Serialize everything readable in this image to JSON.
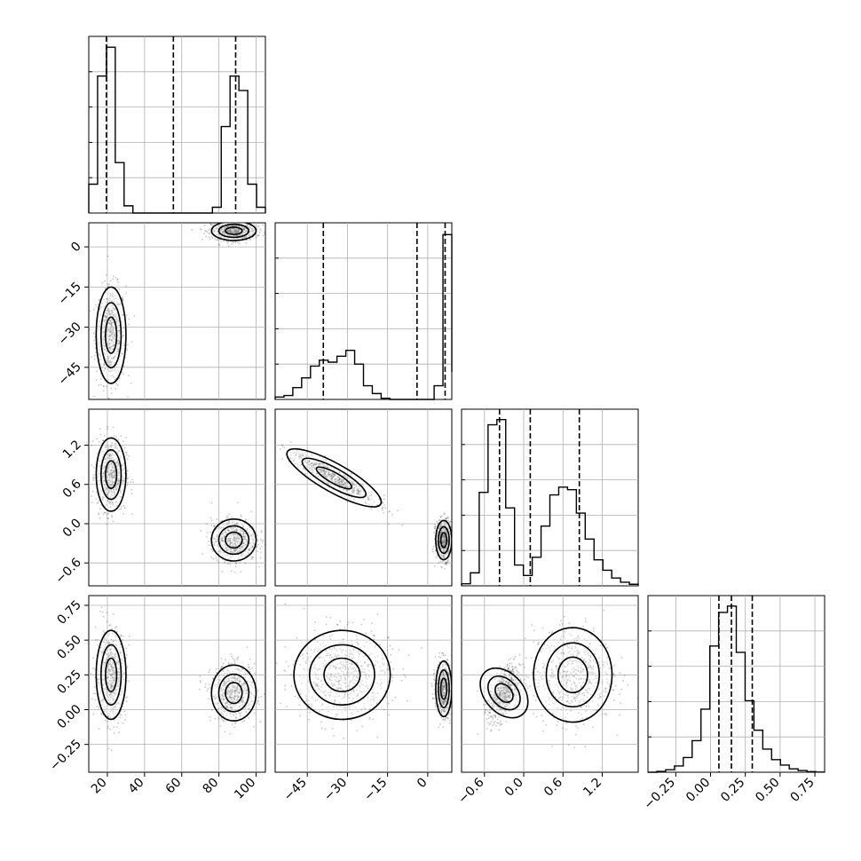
{
  "chart_data": {
    "type": "corner",
    "grid": true,
    "parameters": [
      {
        "ticks": [
          20,
          40,
          60,
          80,
          100
        ],
        "tick_labels": [
          "20",
          "40",
          "60",
          "80",
          "100"
        ],
        "range": [
          10,
          105
        ],
        "quantiles": [
          19.5,
          55.5,
          89
        ]
      },
      {
        "ticks": [
          -45,
          -30,
          -15,
          0
        ],
        "tick_labels": [
          "−45",
          "−30",
          "−15",
          "0"
        ],
        "range": [
          -57,
          9
        ],
        "quantiles": [
          -39,
          -4,
          6.5
        ]
      },
      {
        "ticks": [
          -0.6,
          0.0,
          0.6,
          1.2
        ],
        "tick_labels": [
          "−0.6",
          "0.0",
          "0.6",
          "1.2"
        ],
        "range": [
          -0.95,
          1.75
        ],
        "quantiles": [
          -0.37,
          0.1,
          0.85
        ]
      },
      {
        "ticks": [
          -0.25,
          0.0,
          0.25,
          0.5,
          0.75
        ],
        "tick_labels": [
          "−0.25",
          "0.00",
          "0.25",
          "0.50",
          "0.75"
        ],
        "range": [
          -0.45,
          0.82
        ],
        "quantiles": [
          0.06,
          0.15,
          0.3
        ]
      }
    ],
    "histograms": [
      {
        "edges": [
          10,
          14.75,
          19.5,
          24.25,
          29,
          33.75,
          38.5,
          43.25,
          48,
          52.75,
          57.5,
          62.25,
          67,
          71.75,
          76.5,
          81.25,
          86,
          90.75,
          95.5,
          100.25,
          105
        ],
        "counts": [
          400,
          1900,
          2300,
          700,
          100,
          0,
          0,
          0,
          0,
          0,
          0,
          0,
          0,
          0,
          80,
          1200,
          1900,
          1700,
          400,
          80
        ],
        "ymax": 2450
      },
      {
        "edges": [
          -57,
          -53.7,
          -50.4,
          -47.1,
          -43.8,
          -40.5,
          -37.2,
          -33.9,
          -30.6,
          -27.3,
          -24,
          -20.7,
          -17.4,
          -14.1,
          -10.8,
          -7.5,
          -4.2,
          -0.9,
          2.4,
          5.7,
          9
        ],
        "counts": [
          60,
          100,
          300,
          550,
          850,
          1000,
          950,
          1100,
          1250,
          900,
          350,
          150,
          30,
          0,
          0,
          0,
          0,
          0,
          350,
          4200,
          700
        ],
        "ymax": 4500
      },
      {
        "edges": [
          -0.95,
          -0.815,
          -0.68,
          -0.545,
          -0.41,
          -0.275,
          -0.14,
          -0.005,
          0.13,
          0.265,
          0.4,
          0.535,
          0.67,
          0.805,
          0.94,
          1.075,
          1.21,
          1.345,
          1.48,
          1.615,
          1.75
        ],
        "counts": [
          40,
          250,
          1800,
          3100,
          3200,
          1500,
          400,
          200,
          550,
          1150,
          1750,
          1900,
          1850,
          1400,
          900,
          500,
          300,
          150,
          70,
          30
        ],
        "ymax": 3400
      },
      {
        "edges": [
          -0.45,
          -0.3865,
          -0.323,
          -0.2595,
          -0.196,
          -0.1325,
          -0.069,
          -0.0055,
          0.058,
          0.1215,
          0.185,
          0.2485,
          0.312,
          0.3755,
          0.439,
          0.5025,
          0.566,
          0.6295,
          0.693,
          0.7565,
          0.82
        ],
        "counts": [
          0,
          20,
          60,
          150,
          350,
          750,
          1500,
          3000,
          3800,
          3950,
          2850,
          1700,
          1000,
          550,
          300,
          170,
          80,
          40,
          15,
          5
        ],
        "ymax": 4200
      }
    ],
    "scatter_clusters": [
      {
        "x": 1,
        "y": 0,
        "centers": [
          [
            22,
            -33,
            4,
            9
          ],
          [
            88,
            6,
            6,
            1.8
          ]
        ]
      },
      {
        "x": 2,
        "y": 0,
        "centers": [
          [
            22,
            0.75,
            4,
            0.28
          ],
          [
            88,
            -0.25,
            6,
            0.16
          ]
        ]
      },
      {
        "x": 2,
        "y": 1,
        "centers": [
          [
            -35,
            0.7,
            8,
            0.2,
            -0.92
          ],
          [
            6,
            -0.25,
            1.5,
            0.15,
            0
          ]
        ]
      },
      {
        "x": 3,
        "y": 0,
        "centers": [
          [
            22,
            0.25,
            4,
            0.16
          ],
          [
            88,
            0.12,
            6,
            0.1
          ]
        ]
      },
      {
        "x": 3,
        "y": 1,
        "centers": [
          [
            -32,
            0.25,
            9,
            0.16
          ],
          [
            6,
            0.15,
            1.5,
            0.1
          ]
        ]
      },
      {
        "x": 3,
        "y": 2,
        "centers": [
          [
            -0.3,
            0.12,
            0.12,
            0.1,
            0.5
          ],
          [
            0.75,
            0.25,
            0.3,
            0.17
          ]
        ]
      }
    ]
  }
}
